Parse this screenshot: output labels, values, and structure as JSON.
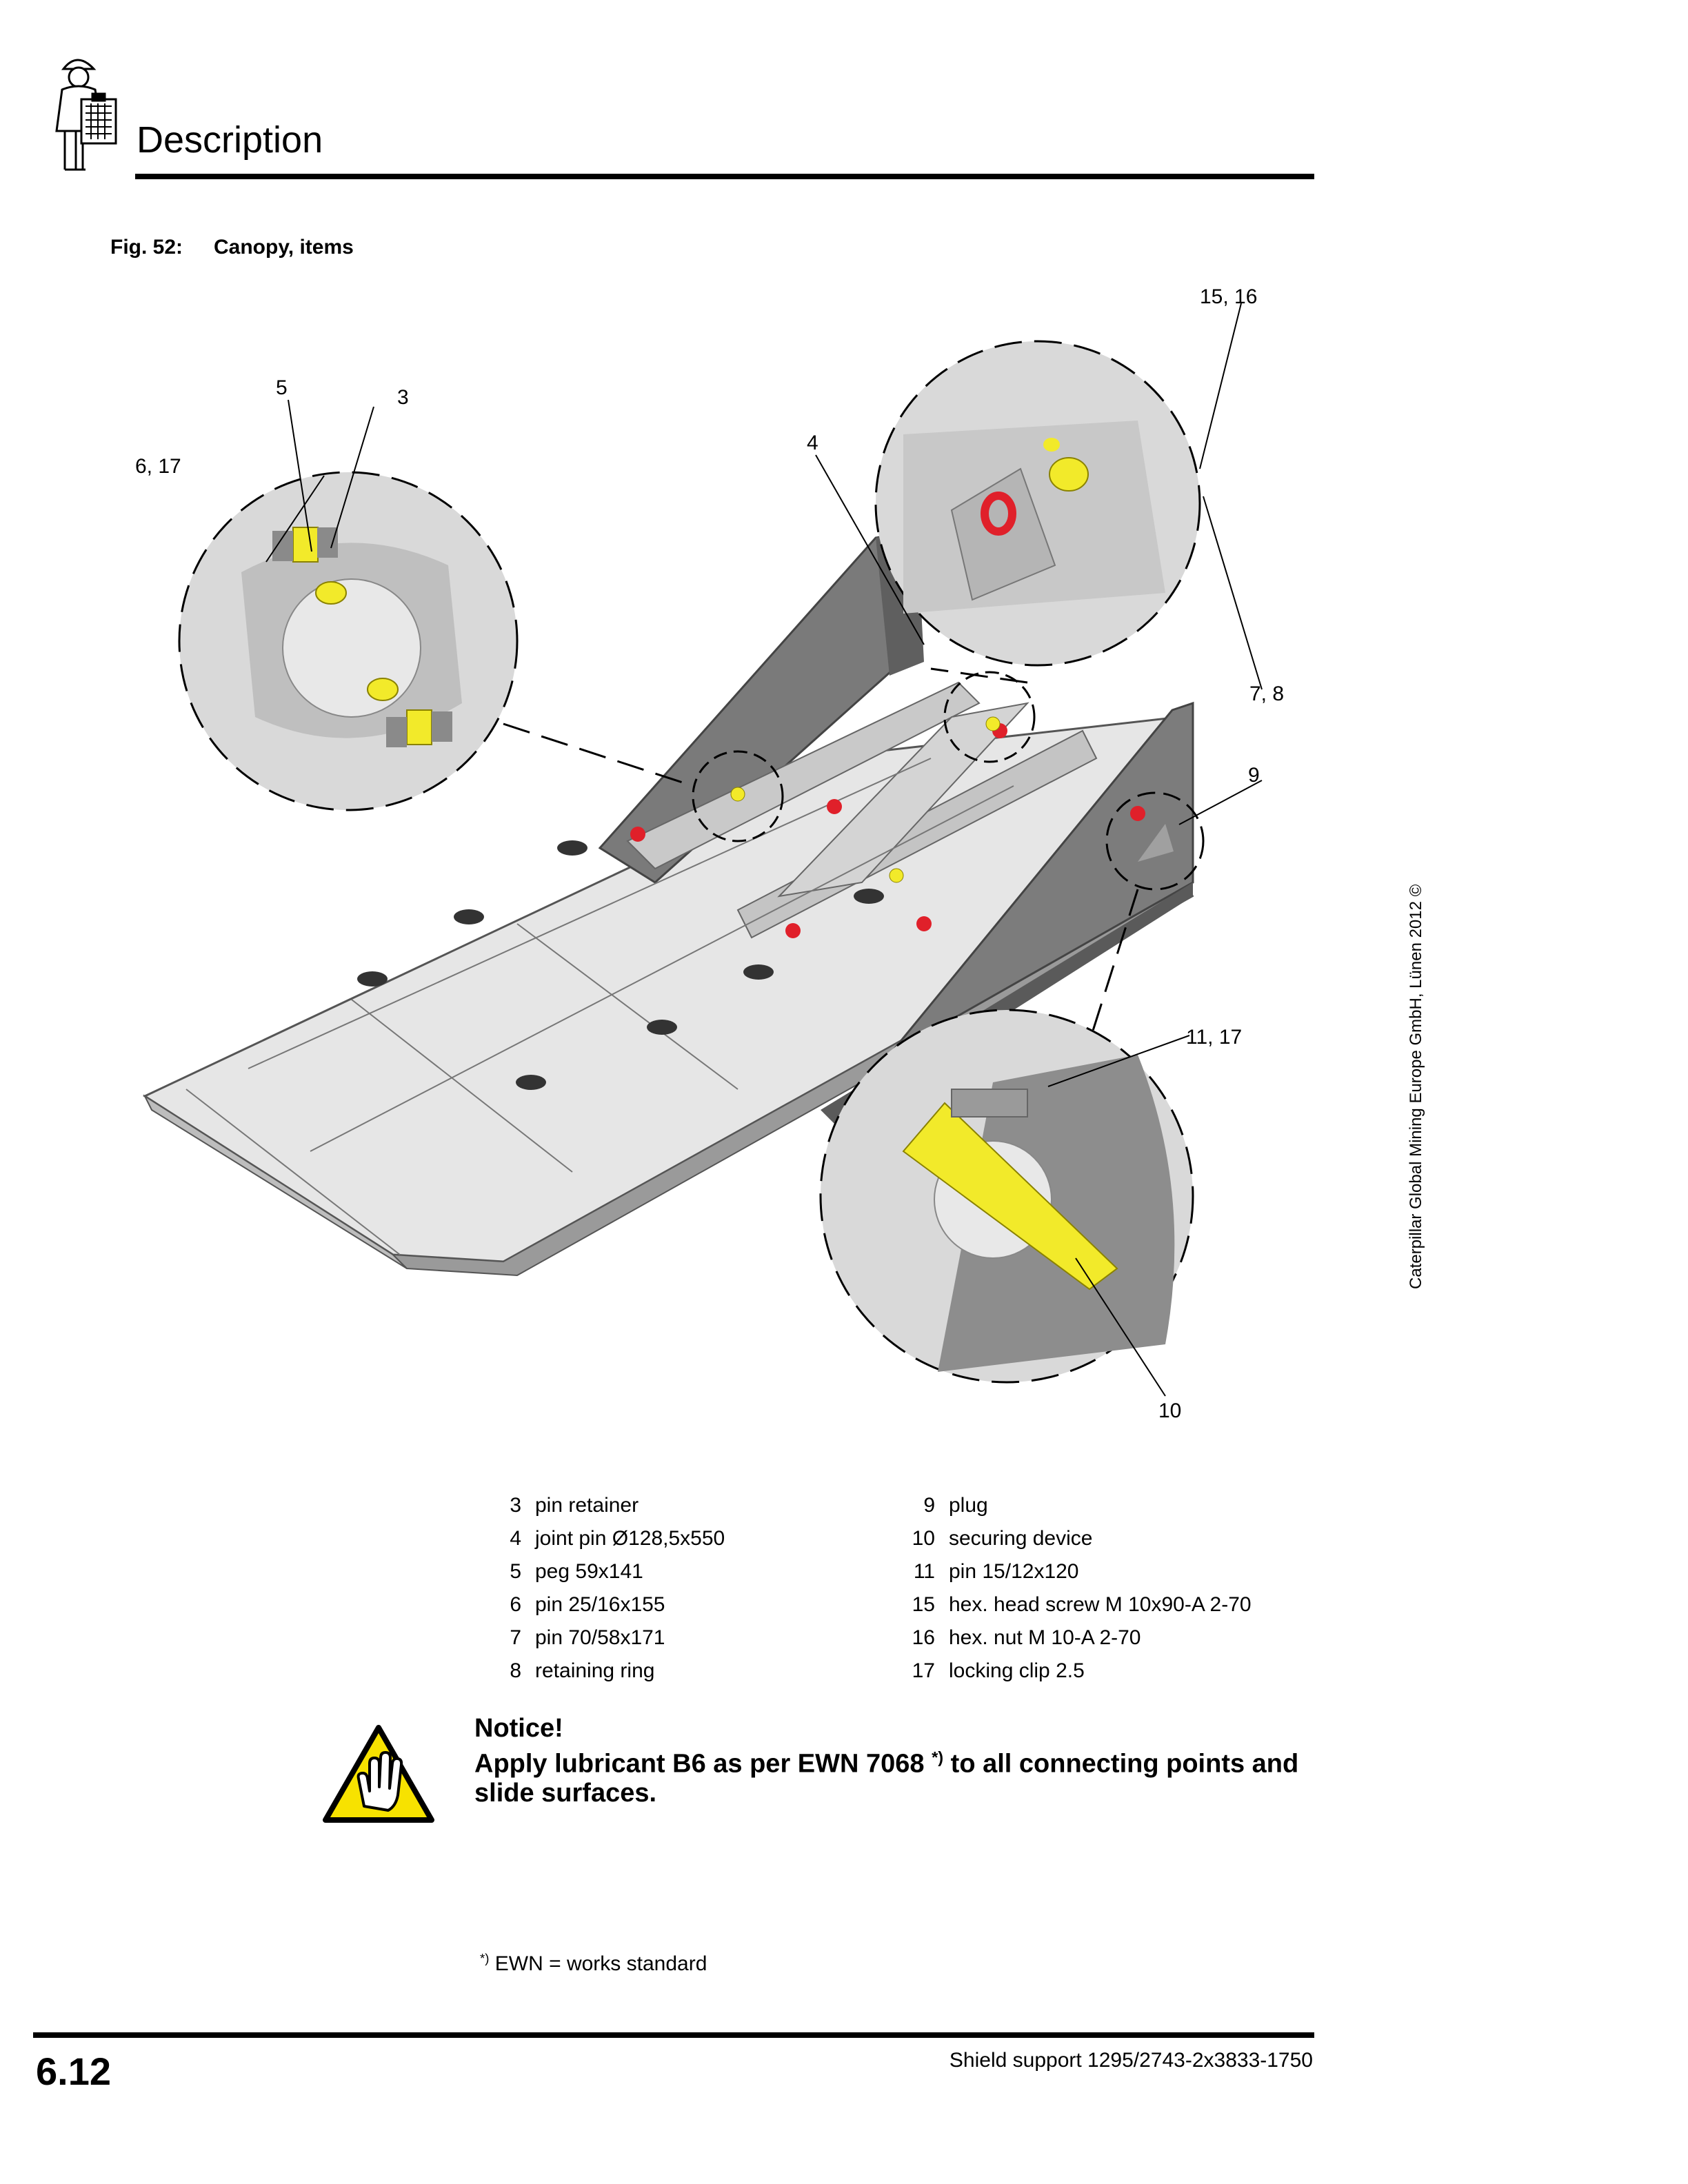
{
  "header": {
    "title": "Description",
    "icon": "technician-clipboard-icon"
  },
  "figure": {
    "caption_number": "Fig. 52:",
    "caption_text": "Canopy, items",
    "callouts": [
      "15, 16",
      "5",
      "3",
      "4",
      "6, 17",
      "7, 8",
      "9",
      "11, 17",
      "10"
    ]
  },
  "parts": {
    "left": [
      {
        "num": "3",
        "label": "pin retainer"
      },
      {
        "num": "4",
        "label": "joint pin Ø128,5x550"
      },
      {
        "num": "5",
        "label": "peg 59x141"
      },
      {
        "num": "6",
        "label": "pin 25/16x155"
      },
      {
        "num": "7",
        "label": "pin 70/58x171"
      },
      {
        "num": "8",
        "label": "retaining ring"
      }
    ],
    "right": [
      {
        "num": "9",
        "label": "plug"
      },
      {
        "num": "10",
        "label": "securing device"
      },
      {
        "num": "11",
        "label": "pin 15/12x120"
      },
      {
        "num": "15",
        "label": "hex. head screw M 10x90-A 2-70"
      },
      {
        "num": "16",
        "label": "hex. nut M 10-A 2-70"
      },
      {
        "num": "17",
        "label": "locking clip 2.5"
      }
    ]
  },
  "notice": {
    "title": "Notice!",
    "text_before": "Apply lubricant B6 as per EWN 7068 ",
    "sup": "*)",
    "text_after": " to all connecting points and slide surfaces.",
    "icon": "hand-warning-icon"
  },
  "footnote": {
    "sup": "*)",
    "text": " EWN = works standard"
  },
  "footer": {
    "page_number": "6.12",
    "doc_ref": "Shield support 1295/2743-2x3833-1750"
  },
  "copyright": "Caterpillar Global Mining Europe GmbH, Lünen 2012 ©",
  "colors": {
    "part_highlight": "#f2ea2a",
    "clip_red": "#e0202a",
    "steel": "#8a8a8a"
  }
}
